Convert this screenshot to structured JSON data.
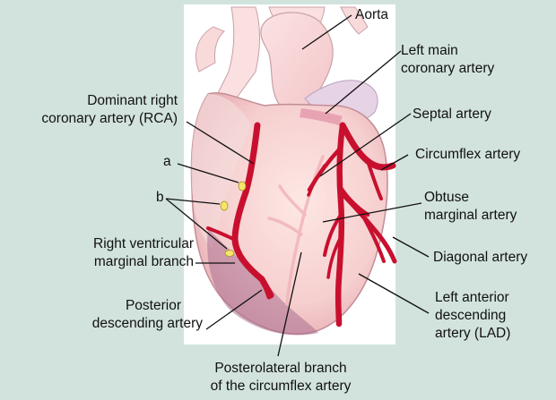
{
  "colors": {
    "background": "#d2e3dd",
    "artery": "#c8102e",
    "leader": "#111111"
  },
  "labels": {
    "aorta": "Aorta",
    "left_main_1": "Left main",
    "left_main_2": "coronary artery",
    "rca_1": "Dominant right",
    "rca_2": "coronary artery (RCA)",
    "septal": "Septal artery",
    "circumflex": "Circumflex artery",
    "a": "a",
    "b": "b",
    "obtuse_1": "Obtuse",
    "obtuse_2": "marginal artery",
    "rv_marginal_1": "Right ventricular",
    "rv_marginal_2": "marginal branch",
    "diagonal": "Diagonal artery",
    "pda_1": "Posterior",
    "pda_2": "descending artery",
    "lad_1": "Left anterior",
    "lad_2": "descending",
    "lad_3": "artery (LAD)",
    "posterolateral_1": "Posterolateral branch",
    "posterolateral_2": "of the circumflex artery"
  }
}
